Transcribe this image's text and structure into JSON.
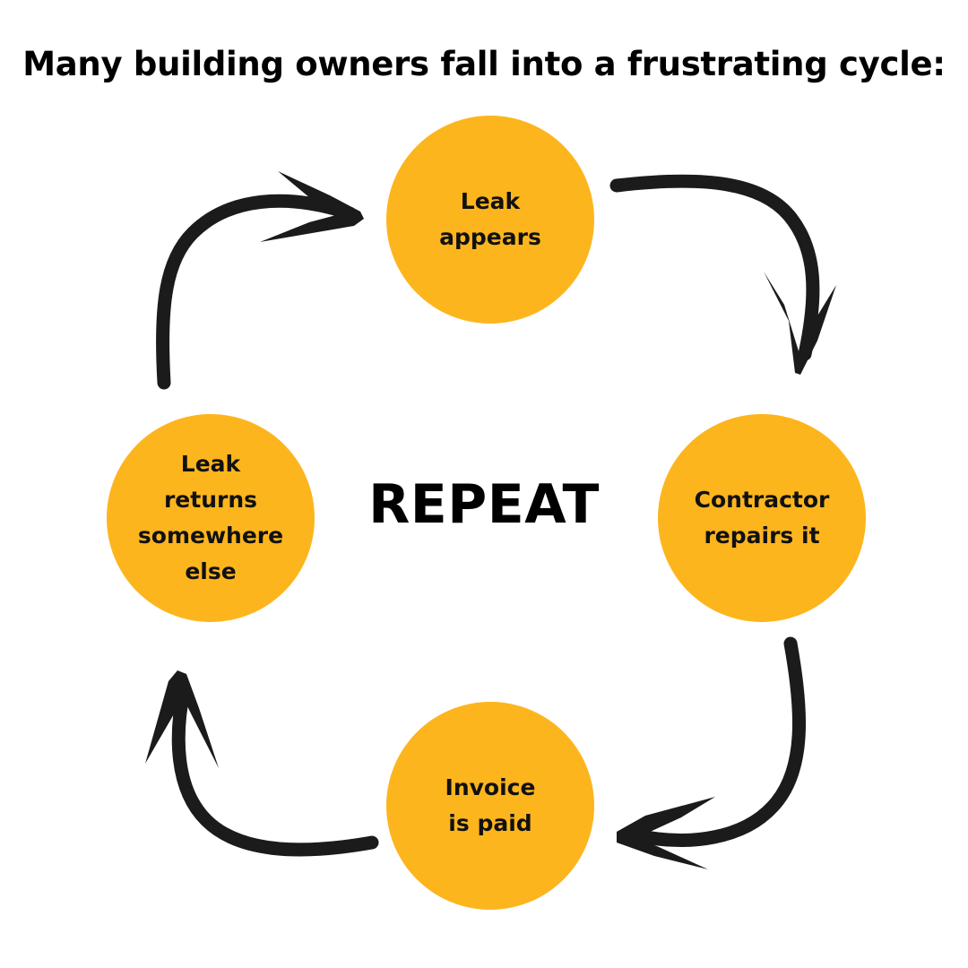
{
  "title": "Many building owners fall into a frustrating cycle:",
  "center_text": "REPEAT",
  "colors": {
    "node_fill": "#fdb51e",
    "arrow": "#1b1b1b",
    "text": "#111111"
  },
  "steps": [
    {
      "label": "Leak\nappears"
    },
    {
      "label": "Contractor\nrepairs it"
    },
    {
      "label": "Invoice\nis paid"
    },
    {
      "label": "Leak\nreturns\nsomewhere\nelse"
    }
  ]
}
